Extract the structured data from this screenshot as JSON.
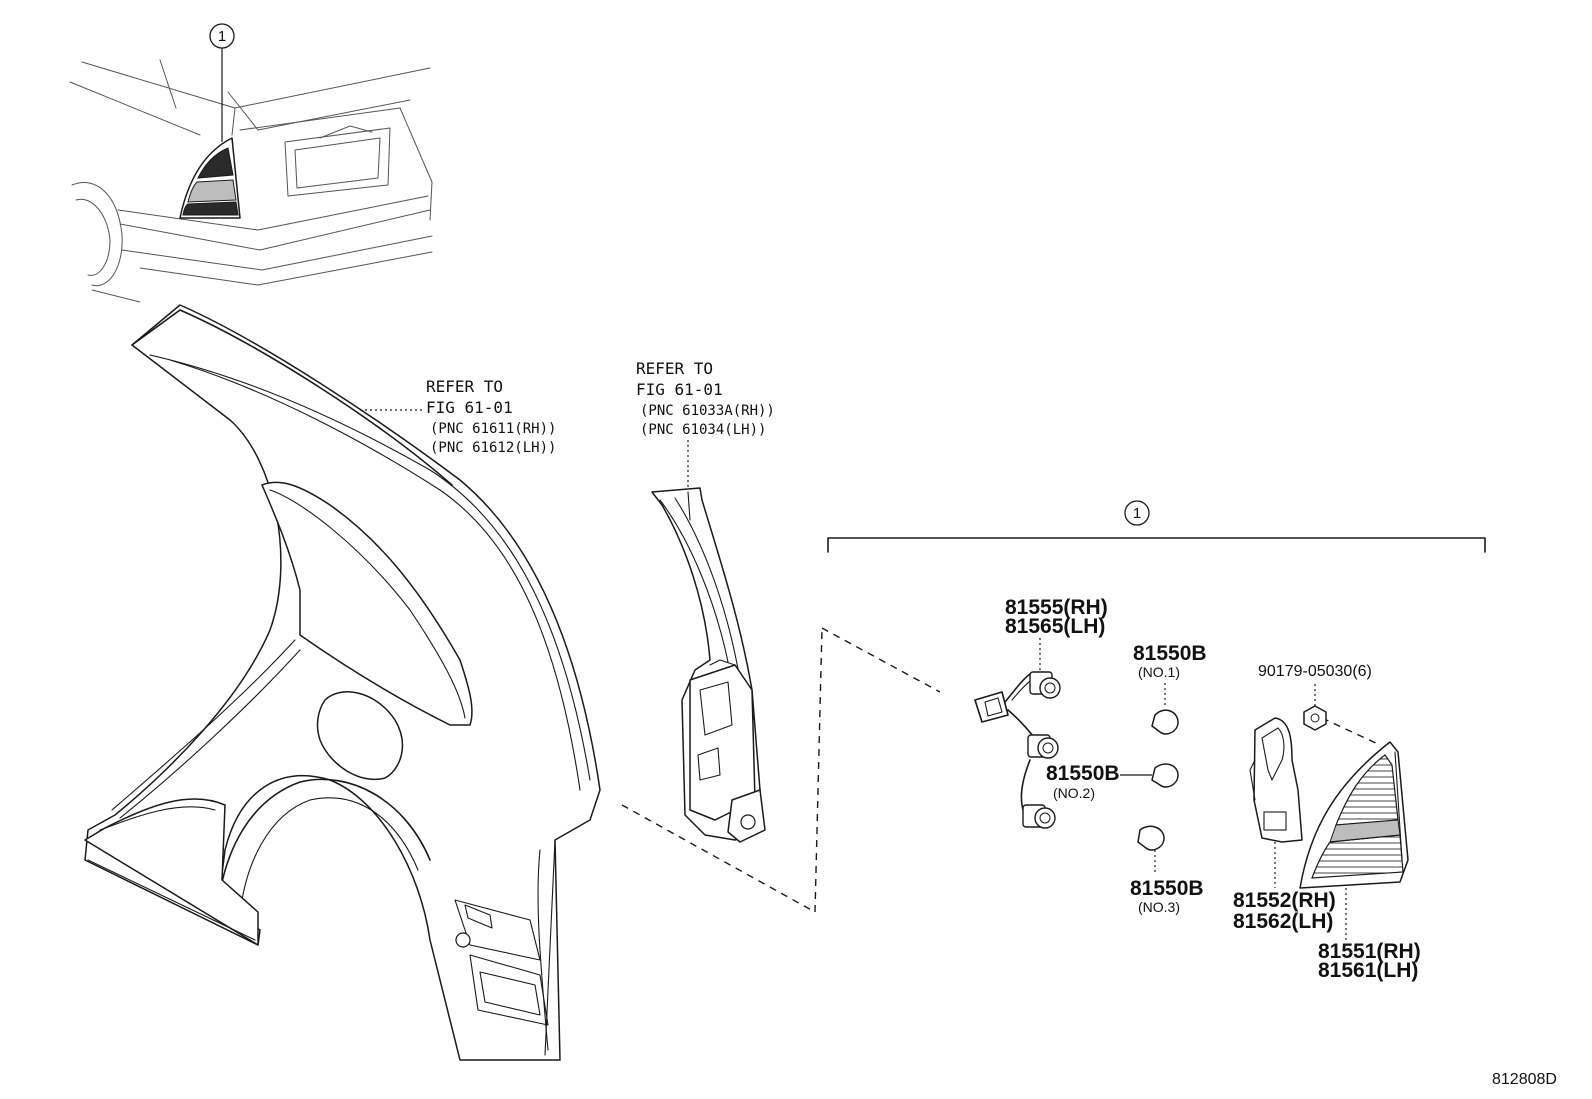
{
  "markers": {
    "group_marker": "1"
  },
  "callouts": {
    "quarter_panel": {
      "line1": "REFER TO",
      "line2": "FIG 61-01",
      "line3": "(PNC 61611(RH))",
      "line4": "(PNC 61612(LH))"
    },
    "inner_panel": {
      "line1": "REFER TO",
      "line2": "FIG 61-01",
      "line3": "(PNC 61033A(RH))",
      "line4": "(PNC 61034(LH))"
    }
  },
  "parts": {
    "socket_wire": {
      "rh": "81555(RH)",
      "lh": "81565(LH)"
    },
    "bulb_no1": {
      "number": "81550B",
      "note": "(NO.1)"
    },
    "bulb_no2": {
      "number": "81550B",
      "note": "(NO.2)"
    },
    "bulb_no3": {
      "number": "81550B",
      "note": "(NO.3)"
    },
    "nut": {
      "number": "90179-05030(6)"
    },
    "gasket": {
      "rh": "81552(RH)",
      "lh": "81562(LH)"
    },
    "lamp_lens": {
      "rh": "81551(RH)",
      "lh": "81561(LH)"
    }
  },
  "figure_id": "812808D"
}
